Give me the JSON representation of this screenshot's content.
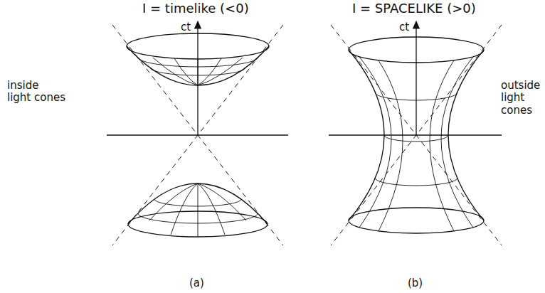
{
  "diagram": {
    "labels": [
      "I = timelike (<0)",
      "ct",
      "inside light cones",
      "(a)",
      "I = SPACELIKE (>0)",
      "ct",
      "outside light cones",
      "(b)"
    ]
  }
}
